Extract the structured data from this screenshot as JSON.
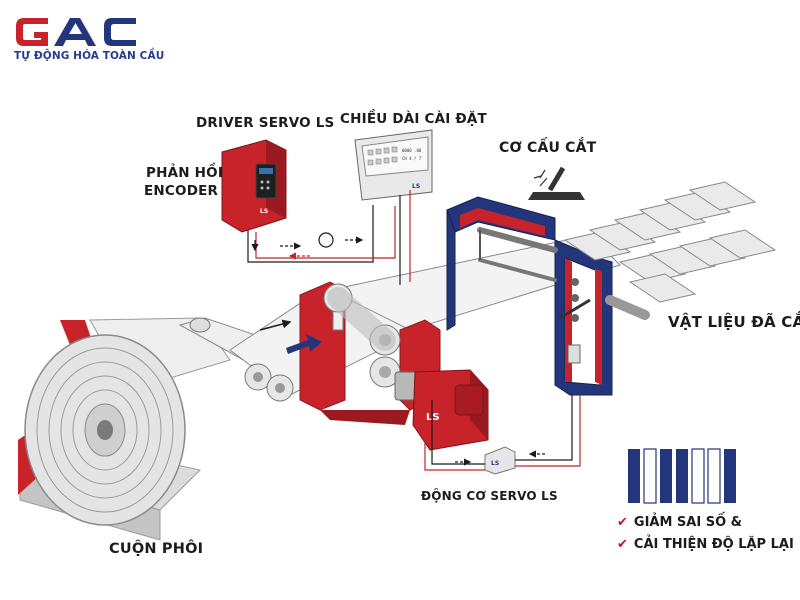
{
  "logo": {
    "text": "GAC",
    "tagline": "TỰ ĐỘNG HÓA TOÀN CẦU"
  },
  "labels": {
    "driver": "DRIVER SERVO LS",
    "setting": "CHIỀU DÀI CÀI ĐẶT",
    "feedback_1": "PHẢN HỒI",
    "feedback_2": "ENCODER",
    "cutter": "CƠ CẤU CẮT",
    "cut_material": "VẬT LIỆU ĐÃ CẮT",
    "motor": "ĐỘNG CƠ SERVO LS",
    "coil": "CUỘN PHÔI"
  },
  "benefits": [
    "GIẢM SAI SỐ &",
    "CẢI THIỆN ĐỘ LẶP LẠI"
  ],
  "brand": {
    "ls": "LS"
  },
  "panel_text": {
    "line1": "0000 .00",
    "line2": "CH 4 / 7"
  },
  "colors": {
    "red": "#c8222b",
    "navy": "#23367c",
    "gray": "#e8e8e8",
    "dark": "#1c1c1c"
  }
}
